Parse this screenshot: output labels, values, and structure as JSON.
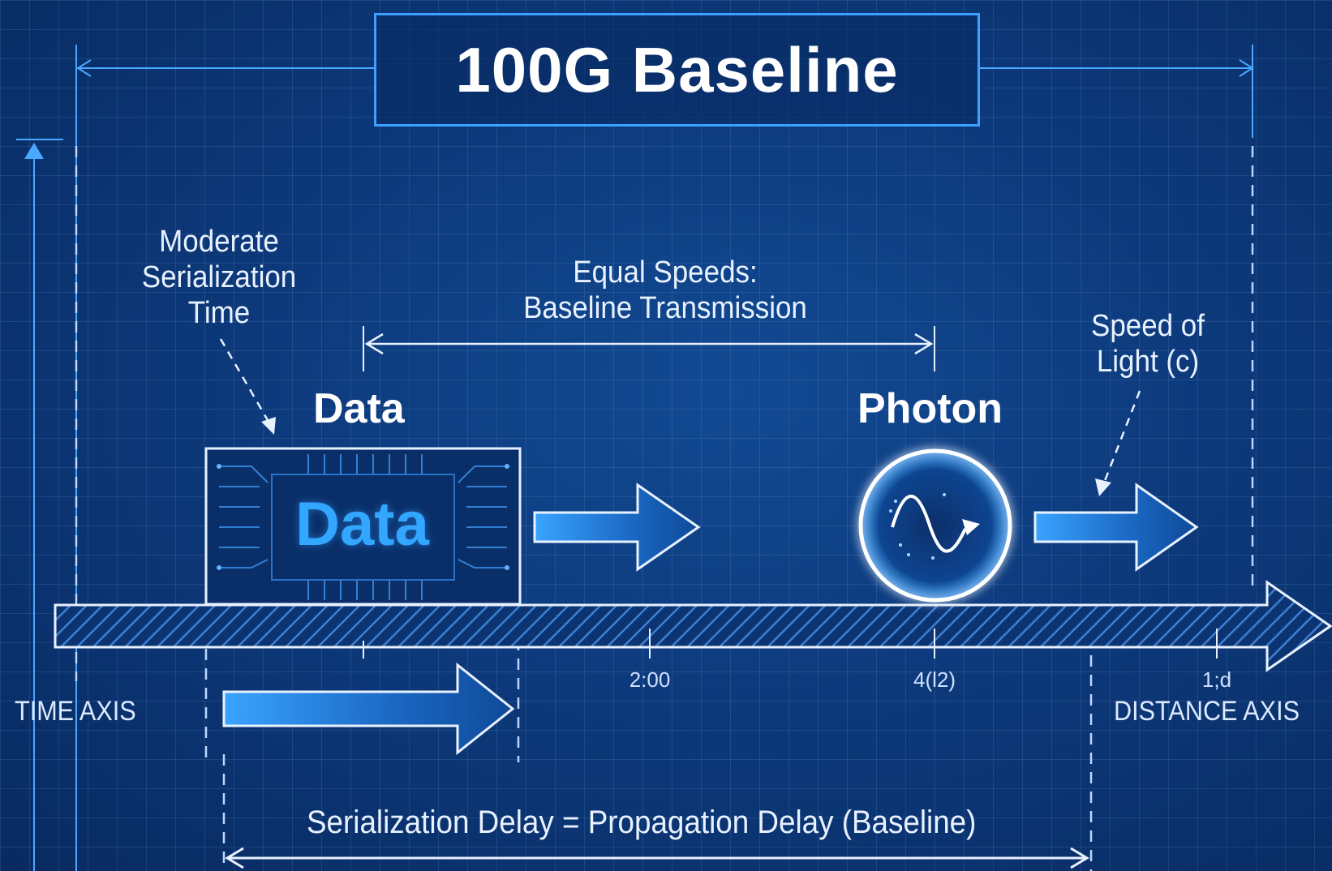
{
  "title": "100G Baseline",
  "notes": {
    "moderate_serialization": [
      "Moderate",
      "Serialization",
      "Time"
    ],
    "equal_speeds": [
      "Equal Speeds:",
      "Baseline Transmission"
    ],
    "speed_of_light": [
      "Speed of",
      "Light (c)"
    ]
  },
  "labels": {
    "data_heading": "Data",
    "data_chip": "Data",
    "photon_heading": "Photon"
  },
  "axis": {
    "time_label": "TIME AXIS",
    "distance_label": "DISTANCE AXIS",
    "ticks": [
      "2:00",
      "4(l2)",
      "1;d"
    ]
  },
  "footer": "Serialization Delay = Propagation Delay (Baseline)",
  "colors": {
    "background": "#0d3a7c",
    "accent": "#3ea0ff",
    "text": "#e8f1ff"
  },
  "icons": [
    "circuit-chip-icon",
    "photon-wave-icon",
    "right-arrow-icon"
  ]
}
